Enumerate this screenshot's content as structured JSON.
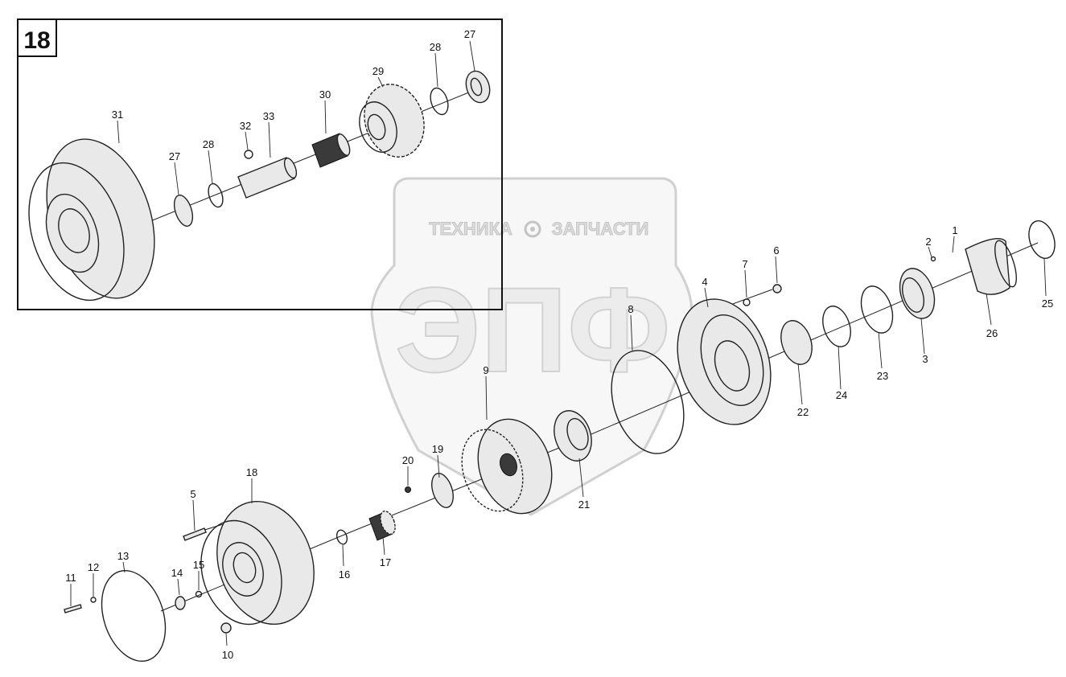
{
  "inset": {
    "number": "18"
  },
  "watermark": {
    "left_word": "ТЕХНИКА",
    "right_word": "ЗАПЧАСТИ",
    "logo": "ЭПФ",
    "gear_icon": "gear-icon"
  },
  "callouts": {
    "c1": "1",
    "c2": "2",
    "c3": "3",
    "c4": "4",
    "c5": "5",
    "c6": "6",
    "c7": "7",
    "c8": "8",
    "c9": "9",
    "c10": "10",
    "c11": "11",
    "c12": "12",
    "c13": "13",
    "c14": "14",
    "c15": "15",
    "c16": "16",
    "c17": "17",
    "c18": "18",
    "c19": "19",
    "c20": "20",
    "c21": "21",
    "c22": "22",
    "c23": "23",
    "c24": "24",
    "c25": "25",
    "c26": "26",
    "c27": "27",
    "c28": "28",
    "c29": "29",
    "c30": "30",
    "c31": "31",
    "c32": "32",
    "c33": "33"
  },
  "colors": {
    "line": "#222222",
    "watermark": "#dcdcdc"
  }
}
